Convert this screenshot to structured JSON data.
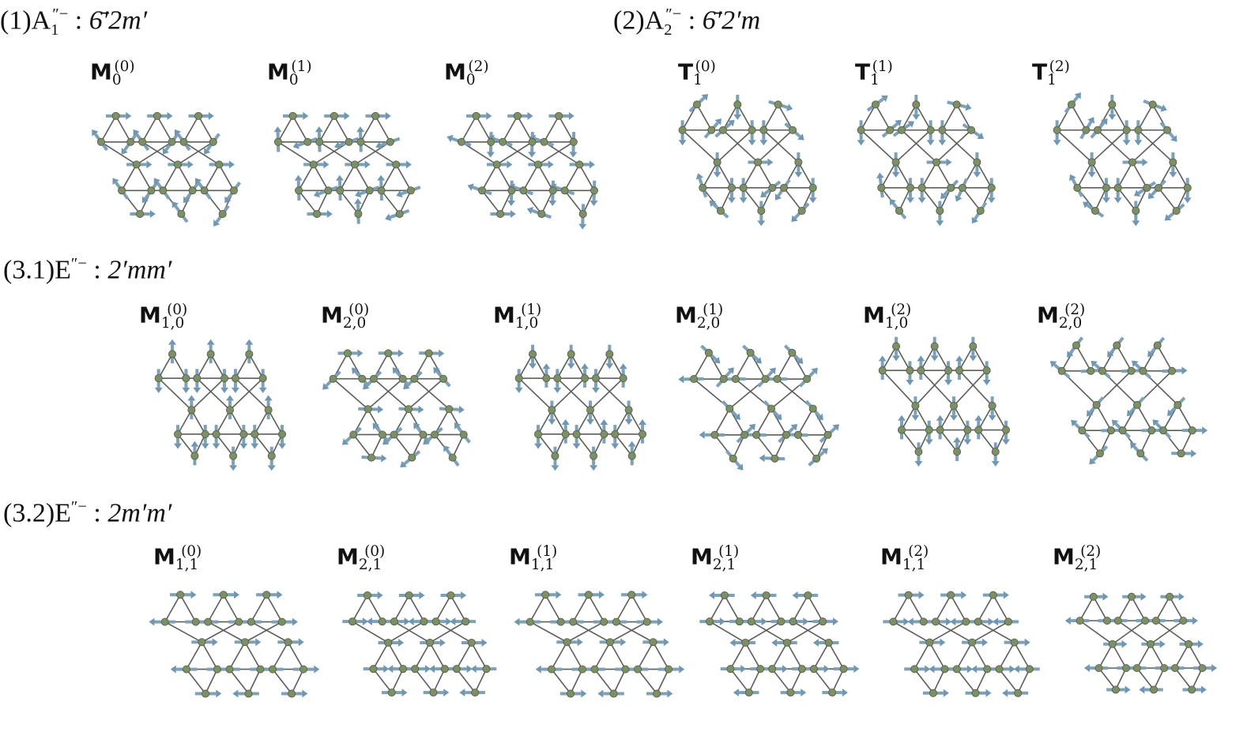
{
  "colors": {
    "atom": "#7e8e66",
    "bond": "#5a5e58",
    "arrow": "#7ea1b8"
  },
  "icons": {
    "atom": "sphere",
    "moment": "arrow"
  },
  "sections": [
    {
      "id": "s1",
      "title": {
        "prefix": "(1)A",
        "sub": "1",
        "sup": "″−",
        "colon": " : ",
        "symbol": "6̄′2m′"
      },
      "panels": [
        {
          "sym": "M",
          "sub": "0",
          "sup": "(0)",
          "mode": "A1"
        },
        {
          "sym": "M",
          "sub": "0",
          "sup": "(1)",
          "mode": "A1b"
        },
        {
          "sym": "M",
          "sub": "0",
          "sup": "(2)",
          "mode": "A1c"
        }
      ]
    },
    {
      "id": "s2",
      "title": {
        "prefix": "(2)A",
        "sub": "2",
        "sup": "″−",
        "colon": " : ",
        "symbol": "6̄′2′m"
      },
      "panels": [
        {
          "sym": "T",
          "sub": "1",
          "sup": "(0)",
          "mode": "T"
        },
        {
          "sym": "T",
          "sub": "1",
          "sup": "(1)",
          "mode": "Tb"
        },
        {
          "sym": "T",
          "sub": "1",
          "sup": "(2)",
          "mode": "Tc"
        }
      ]
    },
    {
      "id": "s31",
      "title": {
        "prefix": "(3.1)E",
        "sub": "",
        "sup": "″−",
        "colon": " : ",
        "symbol": "2′mm′"
      },
      "panels": [
        {
          "sym": "M",
          "sub": "1,0",
          "sup": "(0)",
          "mode": "V"
        },
        {
          "sym": "M",
          "sub": "2,0",
          "sup": "(0)",
          "mode": "R"
        },
        {
          "sym": "M",
          "sub": "1,0",
          "sup": "(1)",
          "mode": "V2"
        },
        {
          "sym": "M",
          "sub": "2,0",
          "sup": "(1)",
          "mode": "R2"
        },
        {
          "sym": "M",
          "sub": "1,0",
          "sup": "(2)",
          "mode": "V3"
        },
        {
          "sym": "M",
          "sub": "2,0",
          "sup": "(2)",
          "mode": "R3"
        }
      ]
    },
    {
      "id": "s32",
      "title": {
        "prefix": "(3.2)E",
        "sub": "",
        "sup": "″−",
        "colon": " : ",
        "symbol": "2m′m′"
      },
      "panels": [
        {
          "sym": "M",
          "sub": "1,1",
          "sup": "(0)",
          "mode": "H"
        },
        {
          "sym": "M",
          "sub": "2,1",
          "sup": "(0)",
          "mode": "H2"
        },
        {
          "sym": "M",
          "sub": "1,1",
          "sup": "(1)",
          "mode": "H3"
        },
        {
          "sym": "M",
          "sub": "2,1",
          "sup": "(1)",
          "mode": "H4"
        },
        {
          "sym": "M",
          "sub": "1,1",
          "sup": "(2)",
          "mode": "H5"
        },
        {
          "sym": "M",
          "sub": "2,1",
          "sup": "(2)",
          "mode": "H6"
        }
      ]
    }
  ]
}
